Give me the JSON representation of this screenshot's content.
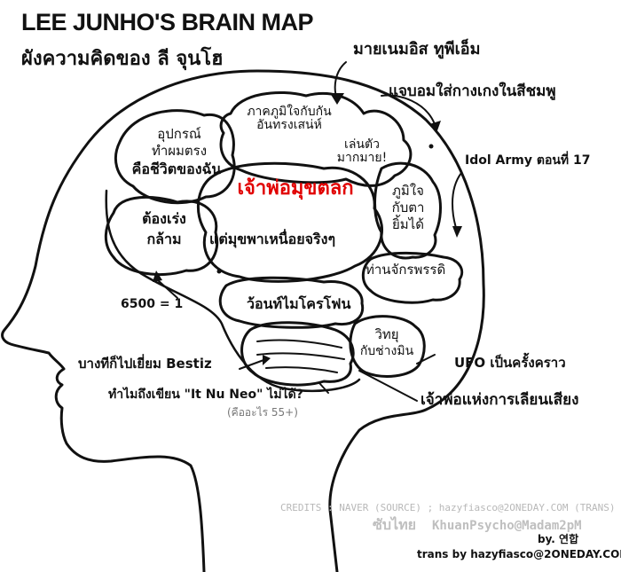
{
  "title": "LEE JUNHO'S BRAIN MAP",
  "subtitle": "ผังความคิดของ ลี จุนโฮ",
  "accent_color": "#e10000",
  "center": {
    "line1": "เจ้าพ่อมุขตลก",
    "line2": "แต่มุขพาเหนื่อยจริงๆ"
  },
  "lobes": {
    "top": {
      "line1": "ภาคภูมิใจกับกัน",
      "line2": "อันทรงเสน่ห์"
    },
    "funny": {
      "line1": "เล่นตัว",
      "line2": "มากมาย!"
    },
    "left": {
      "line1": "อุปกรณ์",
      "line2": "ทำผมตรง",
      "line3": "คือชีวิตของฉัน"
    },
    "muscle": {
      "line1": "ต้องเร่ง",
      "line2": "กล้าม"
    },
    "proud": {
      "line1": "ภูมิใจ",
      "line2": "กับตา",
      "line3": "ยิ้มได้"
    },
    "lord": "ท่านจักรพรรดิ",
    "mic": "ว้อนท์ไมโครโฟน",
    "cook": {
      "line1": "วิทยุ",
      "line2": "กับช่างมิน"
    }
  },
  "outer": {
    "mindman": "มายเนมอิส ทูพีเอ็ม",
    "pink": "แจบอมใส่กางเกงในสีชมพู",
    "idol": "Idol Army ตอนที่ 17",
    "ratio": "6500 = 1",
    "bestiz": "บางทีก็ไปเยี่ยม Bestiz",
    "itnuneo": "ทำไมถึงเขียน \"It Nu Neo\" ไม่ได้?",
    "itnuneo_sub": "(คืออะไร 55+)",
    "ufo": "UFO เป็นครั้งคราว",
    "voice": "เจ้าพ่อแห่งการเลียนเสียง"
  },
  "credits": {
    "line1": "CREDITS : NAVER (SOURCE) ; hazyfiasco@2ONEDAY.COM (TRANS)",
    "line2_label": "ซับไทย",
    "line2_value": "KhuanPsycho@Madam2pM",
    "by": "by. 연합",
    "trans": "trans by hazyfiasco@2ONEDAY.COM"
  }
}
